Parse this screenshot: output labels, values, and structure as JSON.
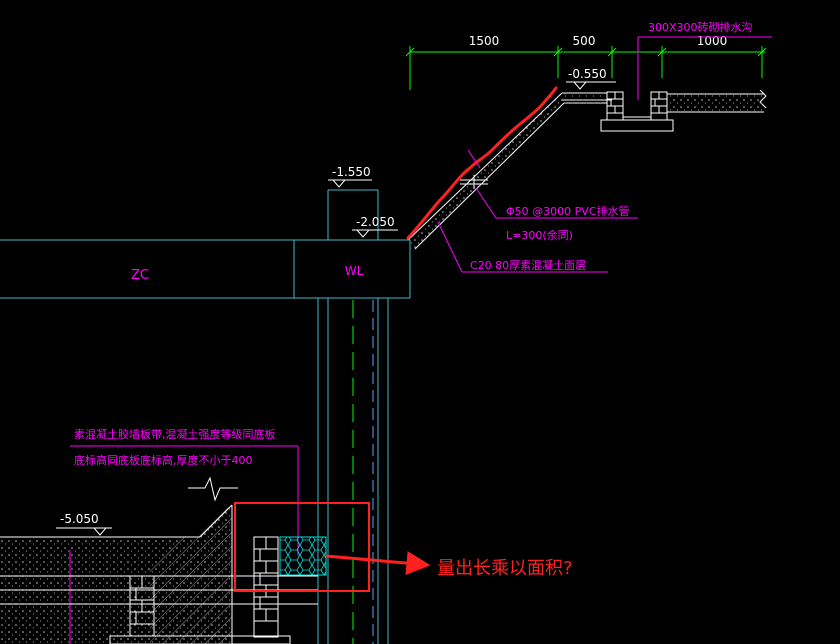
{
  "dimensions": {
    "d1": "1500",
    "d2": "500",
    "d3": "1000"
  },
  "elevations": {
    "top_right": "-0.550",
    "wall_top": "-1.550",
    "wall_mid": "-2.050",
    "base_left": "-5.050"
  },
  "labels": {
    "trench": "300X300砖砌排水沟",
    "pipe": "Φ50 @3000 PVC排水管",
    "pipe_length": "L=300(余同)",
    "slope_layer": "C20 80厚素混凝土面层",
    "strip_line1": "素混凝土胶墙板带,混凝土强度等级同底板",
    "strip_line2": "底标高同底板底标高,厚度不小于400",
    "zc": "ZC",
    "wl": "WL"
  },
  "annotation": {
    "question": "量出长乘以面积?"
  },
  "colors": {
    "background": "#000000",
    "green": "#00ff00",
    "magenta": "#ff00ff",
    "white": "#ffffff",
    "cyan": "#3fb8c8",
    "red": "#ff2020"
  }
}
